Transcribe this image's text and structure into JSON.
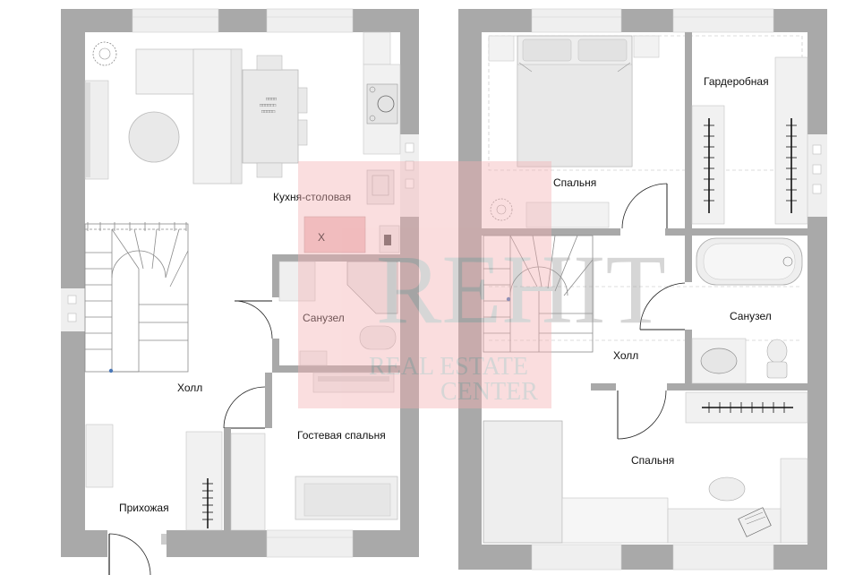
{
  "floor1": {
    "rooms": {
      "kitchen": "Кухня-столовая",
      "bathroom": "Санузел",
      "hall": "Холл",
      "guest_bedroom": "Гостевая спальня",
      "entrance": "Прихожая"
    },
    "stove_mark": "X"
  },
  "floor2": {
    "rooms": {
      "bedroom_top": "Спальня",
      "wardrobe": "Гардеробная",
      "bathroom": "Санузел",
      "hall": "Холл",
      "bedroom_bottom": "Спальня"
    }
  },
  "watermark": {
    "brand": "REHIT",
    "line1": "REAL ESTATE",
    "line2": "CENTER"
  },
  "colors": {
    "wall": "#a9a9a9",
    "furniture_fill": "#e9e9e9",
    "furniture_stroke": "#c4c4c4",
    "watermark_red": "#e8595b"
  }
}
